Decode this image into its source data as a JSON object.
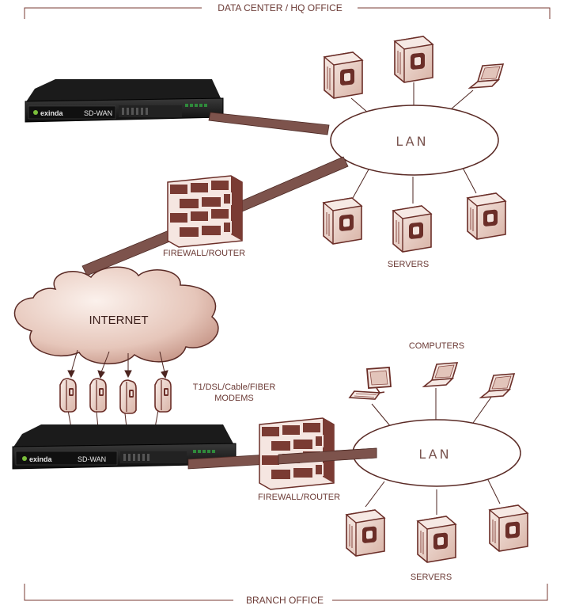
{
  "header": {
    "title": "DATA   CENTER / HQ OFFICE"
  },
  "footer": {
    "title": "BRANCH OFFICE"
  },
  "hq": {
    "appliance": {
      "brand": "exinda",
      "model": "SD-WAN"
    },
    "lan_label": "LAN",
    "firewall_label": "FIREWALL/ROUTER",
    "servers_label": "SERVERS"
  },
  "internet": {
    "label": "INTERNET",
    "modems_label_line1": "T1/DSL/Cable/FIBER",
    "modems_label_line2": "MODEMS"
  },
  "branch": {
    "appliance": {
      "brand": "exinda",
      "model": "SD-WAN"
    },
    "lan_label": "LAN",
    "firewall_label": "FIREWALL/ROUTER",
    "servers_label": "SERVERS",
    "computers_label": "COMPUTERS"
  },
  "colors": {
    "accent": "#7a3b33",
    "cable": "#7d534c",
    "icon_fill": "#f3e4de"
  }
}
